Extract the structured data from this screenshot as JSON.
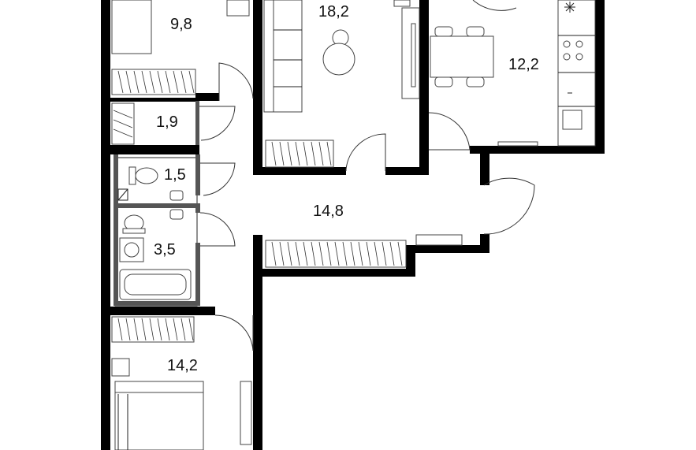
{
  "floor_plan": {
    "rooms": [
      {
        "id": "room-top-left",
        "area": "9,8"
      },
      {
        "id": "living-room",
        "area": "18,2"
      },
      {
        "id": "kitchen",
        "area": "12,2"
      },
      {
        "id": "storage",
        "area": "1,9"
      },
      {
        "id": "wc",
        "area": "1,5"
      },
      {
        "id": "bathroom",
        "area": "3,5"
      },
      {
        "id": "hallway",
        "area": "14,8"
      },
      {
        "id": "bedroom",
        "area": "14,2"
      }
    ],
    "colors": {
      "wall": "#000000",
      "line": "#333333",
      "background": "#ffffff"
    }
  }
}
